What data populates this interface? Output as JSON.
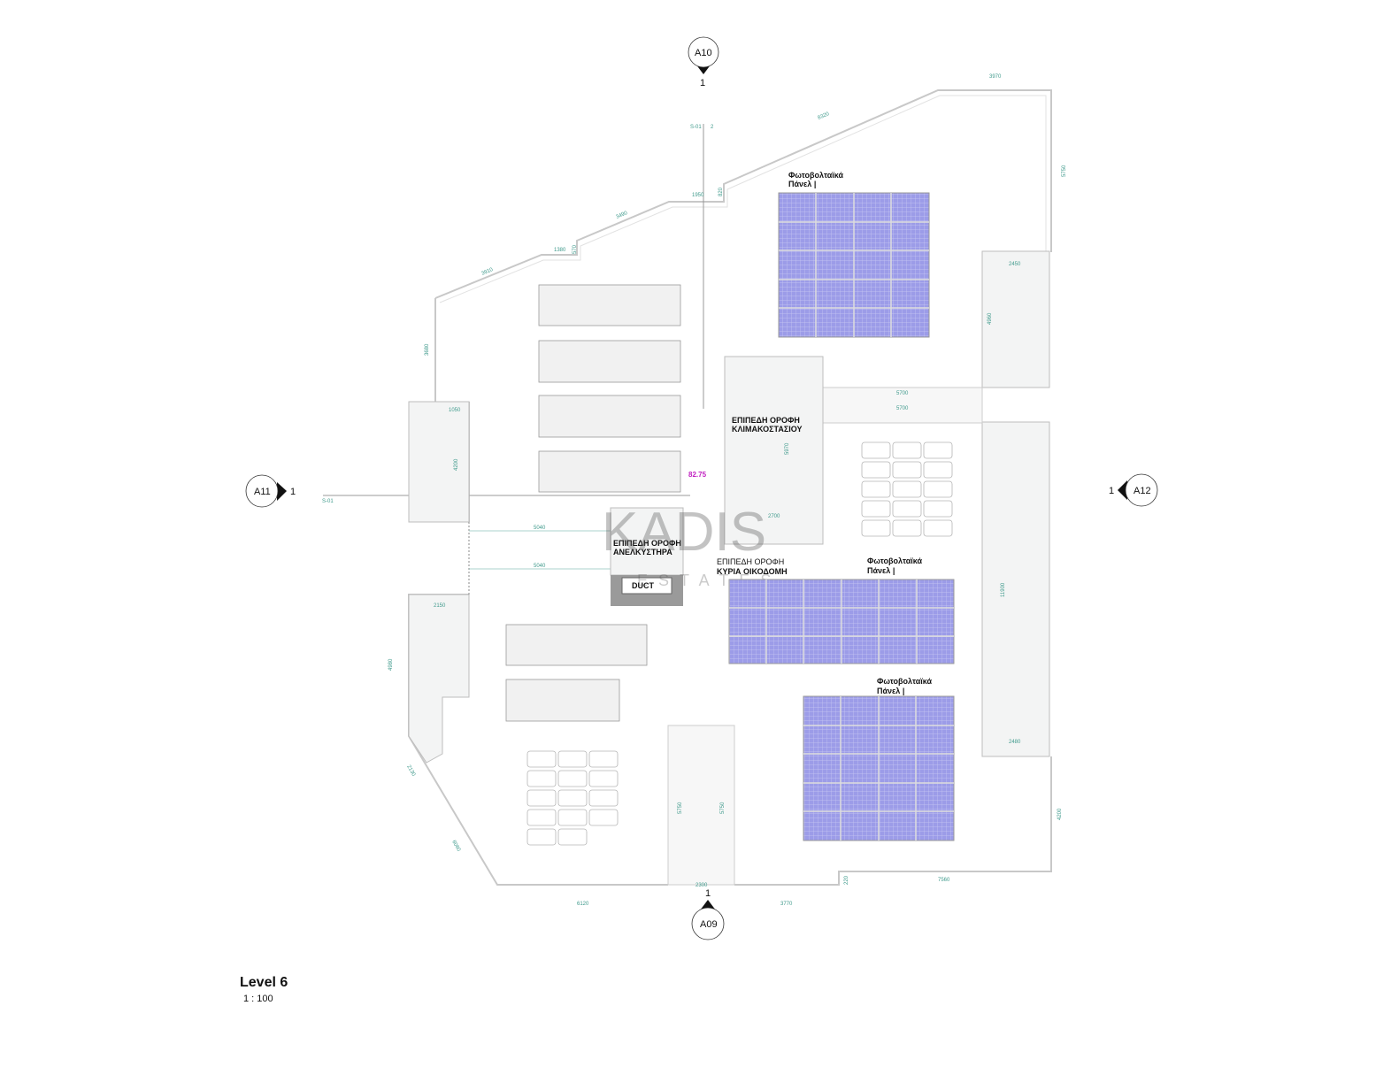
{
  "drawing": {
    "level_title": "Level 6",
    "scale": "1 : 100",
    "elevation": "82.75",
    "section_line": "S-01",
    "section_line_number": "2",
    "colors": {
      "pv": "#9c9ce8",
      "dimension": "#3f9a8c",
      "elevation": "#c020c0"
    }
  },
  "sections": [
    {
      "id": "A10",
      "number": "1"
    },
    {
      "id": "A11",
      "number": "1"
    },
    {
      "id": "A12",
      "number": "1"
    },
    {
      "id": "A09",
      "number": "1"
    }
  ],
  "labels": {
    "pv_line1": "Φωτοβολταϊκά",
    "pv_line2": "Πάνελ |",
    "stair_line1": "ΕΠΙΠΕΔΗ ΟΡΟΦΗ",
    "stair_line2": "ΚΛΙΜΑΚΟΣΤΑΣΙΟΥ",
    "lift_line1": "ΕΠΙΠΕΔΗ ΟΡΟΦΗ",
    "lift_line2": "ΑΝΕΛΚΥΣΤΗΡΑ",
    "main_line1": "ΕΠΙΠΕΔΗ ΟΡΟΦΗ",
    "main_line2": "ΚΥΡΙΑ ΟΙΚΟΔΟΜΗ",
    "duct": "DUCT"
  },
  "watermark": {
    "brand": "KADIS",
    "sub": "ESTATES"
  },
  "dimensions": [
    "3970",
    "8320",
    "5750",
    "1950",
    "820",
    "3490",
    "1380",
    "570",
    "3910",
    "3680",
    "1050",
    "4200",
    "2450",
    "4960",
    "5700",
    "5700",
    "5970",
    "2700",
    "5040",
    "5040",
    "11900",
    "2150",
    "4980",
    "2130",
    "6060",
    "6120",
    "2300",
    "5750",
    "5750",
    "3770",
    "7560",
    "220",
    "4200",
    "2480"
  ]
}
